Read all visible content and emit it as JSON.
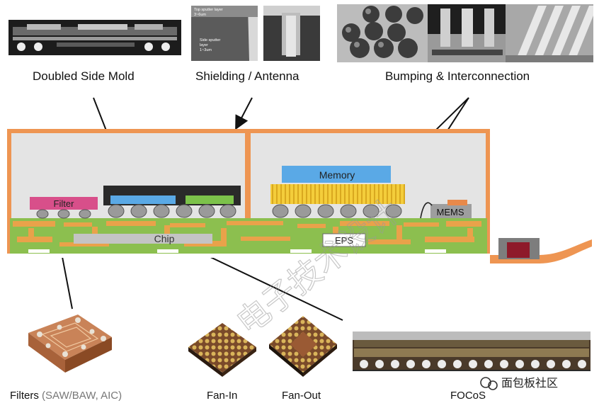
{
  "top_labels": {
    "doubled_side_mold": "Doubled Side Mold",
    "shielding_antenna": "Shielding / Antenna",
    "bumping_interconnection": "Bumping & Interconnection"
  },
  "sem_photo_text": {
    "top_layer": "Top sputter layer",
    "top_thickness": "3~6um",
    "side_layer_1": "Side sputter",
    "side_layer_2": "layer",
    "side_thickness": "1~3um"
  },
  "package_labels": {
    "filter": "Filter",
    "memory": "Memory",
    "mems": "MEMS",
    "chip": "Chip",
    "eps": "EPS"
  },
  "bottom_captions": {
    "filters_main": "Filters",
    "filters_types": "(SAW/BAW, AIC)",
    "fan_in": "Fan-In",
    "fan_out": "Fan-Out",
    "focos": "FOCoS"
  },
  "watermark": "电子技术设计",
  "brand": "面包板社区",
  "colors": {
    "mold_border": "#e8894a",
    "substrate_green": "#8cbf4f",
    "substrate_orange": "#e9a24a",
    "filter_pink": "#d84f8a",
    "memory_blue": "#5aa9e6",
    "bump_gray": "#9a9a9a",
    "chip_black": "#2a2a2a",
    "gold_stack": "#f2c83a"
  }
}
